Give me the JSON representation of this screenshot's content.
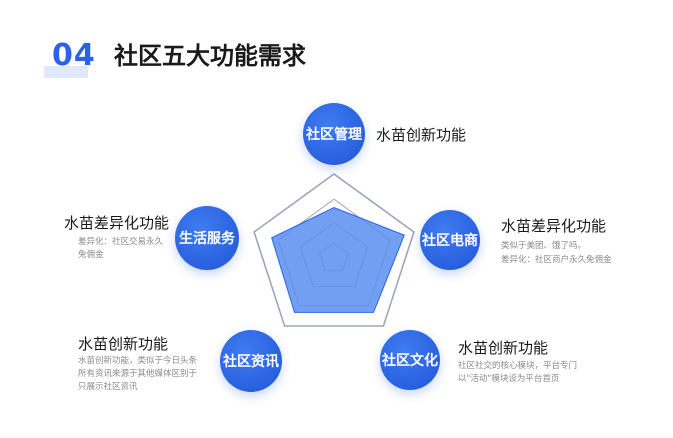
{
  "header": {
    "number": "04",
    "title": "社区五大功能需求"
  },
  "nodes": {
    "management": {
      "title": "社区管理",
      "label": "水苗创新功能"
    },
    "ecommerce": {
      "title": "社区电商",
      "label": "水苗差异化功能",
      "desc1": "类似于美团、饿了吗。",
      "desc2": "差异化：社区商户永久免佣金"
    },
    "culture": {
      "title": "社区文化",
      "label": "水苗创新功能",
      "desc1": "社区社交的核心模块，平台专门",
      "desc2": "以\"活动\"模块设为平台首页"
    },
    "news": {
      "title": "社区资讯",
      "label": "水苗创新功能",
      "desc1": "水苗创新功能，类似于今日头条",
      "desc2": "所有资讯来源于其他媒体区别于",
      "desc3": "只展示社区资讯"
    },
    "life": {
      "title": "生活服务",
      "label": "水苗差异化功能",
      "desc1": "差异化：社区交易永久",
      "desc2": "免佣金"
    }
  },
  "colors": {
    "accent": "#2b63e8",
    "fill": "#5b8ef0",
    "grid": "#9aa6bd"
  },
  "radar": {
    "values": [
      0.6,
      0.88,
      0.8,
      0.8,
      0.78
    ]
  }
}
